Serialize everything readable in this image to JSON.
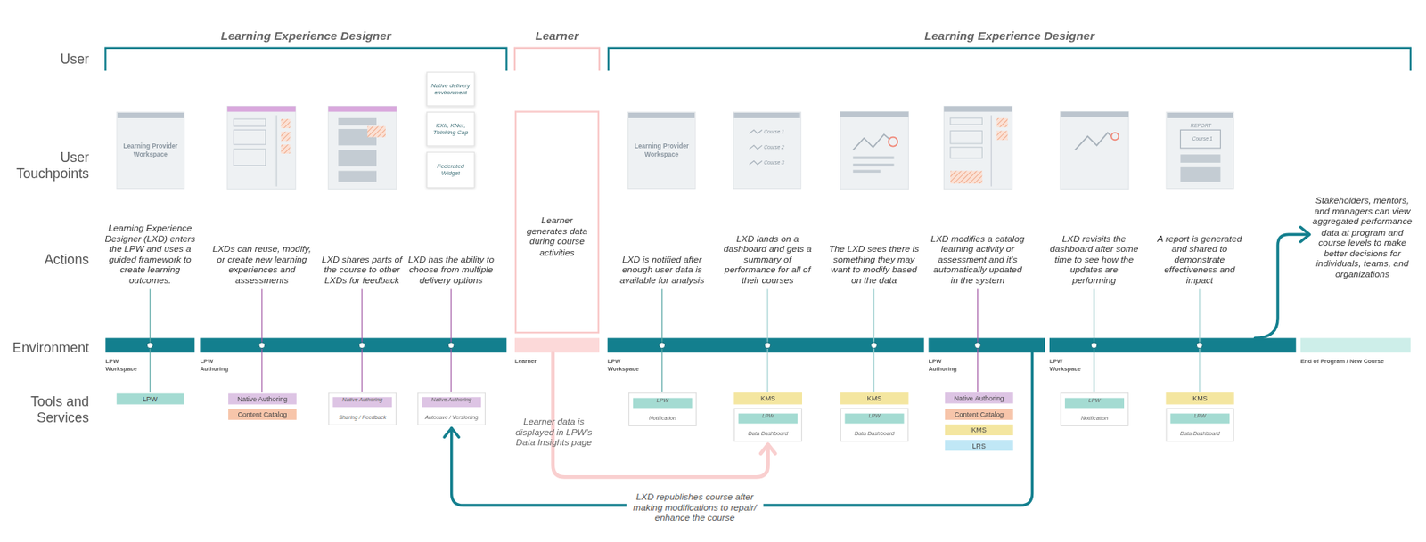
{
  "diagram": {
    "nodes": [
      {
        "text": [
          "Learning Provider Workspace"
        ]
      },
      {
        "text": [
          "Native delivery environment"
        ]
      },
      {
        "text": [
          "KXII, KNet, Thinking Cap"
        ]
      },
      {
        "text": [
          "Federated Widget"
        ]
      },
      {
        "text": [
          "Learner generates data during course activities"
        ]
      },
      {
        "text": [
          "Learning Provider Workspace"
        ]
      },
      {
        "text": [
          "Course 1",
          "Course 2",
          "Course 3"
        ]
      },
      {
        "text": [
          "REPORT",
          "Course 1"
        ]
      },
      {
        "text": [
          "LPW Workspace"
        ]
      },
      {
        "text": [
          "LPW Authoring"
        ]
      },
      {
        "text": [
          "Learner"
        ]
      },
      {
        "text": [
          "LPW Workspace"
        ]
      },
      {
        "text": [
          "LPW Authoring"
        ]
      },
      {
        "text": [
          "LPW Workspace"
        ]
      },
      {
        "text": [
          "End of Program / New Course"
        ]
      },
      {
        "text": [
          "LPW"
        ]
      },
      {
        "text": [
          "Native Authoring"
        ]
      },
      {
        "text": [
          "Content Catalog"
        ]
      },
      {
        "text": [
          "Sharing / Feedback"
        ]
      },
      {
        "text": [
          "Native Authoring"
        ],
        "in": 18
      },
      {
        "text": [
          "Autosave / Versioning"
        ]
      },
      {
        "text": [
          "Native Authoring"
        ],
        "in": 20
      },
      {
        "text": [
          "Notification"
        ]
      },
      {
        "text": [
          "LPW"
        ],
        "in": 22
      },
      {
        "text": [
          "KMS"
        ]
      },
      {
        "text": [
          "Data Dashboard"
        ]
      },
      {
        "text": [
          "LPW"
        ],
        "in": 25
      },
      {
        "text": [
          "KMS"
        ]
      },
      {
        "text": [
          "Data Dashboard"
        ]
      },
      {
        "text": [
          "LPW"
        ],
        "in": 28
      },
      {
        "text": [
          "Native Authoring"
        ]
      },
      {
        "text": [
          "Content Catalog"
        ]
      },
      {
        "text": [
          "KMS"
        ]
      },
      {
        "text": [
          "LRS"
        ]
      },
      {
        "text": [
          "Notification"
        ]
      },
      {
        "text": [
          "LPW"
        ],
        "in": 34
      },
      {
        "text": [
          "KMS"
        ]
      },
      {
        "text": [
          "Data Dashboard"
        ]
      },
      {
        "text": [
          "LPW"
        ],
        "in": 37
      }
    ],
    "edges": [
      {
        "from": 10,
        "to": 25,
        "arrow": "to"
      },
      {
        "from": 12,
        "to": 20,
        "arrow": "to",
        "label": "LXD republishes course after making modifications to repair/ enhance the course"
      }
    ],
    "labels": [
      "User",
      "User Touchpoints",
      "Actions",
      "Environment",
      "Tools and Services",
      "Learning Experience Designer",
      "Learner",
      "Learning Experience Designer",
      "Learning Experience Designer (LXD) enters the LPW and uses a guided framework to create learning outcomes.",
      "LXDs can reuse, modify, or create new learning experiences and assessments",
      "LXD shares parts of the course to other LXDs for feedback",
      "LXD has the ability to choose from multiple delivery options",
      "LXD is notified after enough user data is available for analysis",
      "LXD lands on a dashboard and gets a summary of performance for all of their courses",
      "The LXD sees there is something they may want to modify based on the data",
      "LXD modifies a catalog learning activity or assessment and it's automatically updated in the system",
      "LXD revisits the dashboard after some time to see how the updates are performing",
      "A report is generated and shared to demonstrate effectiveness and impact",
      "Stakeholders, mentors, and managers can view aggregated performance data at program and course levels to make better decisions for individuals, teams, and organizations",
      "Learner data is displayed in LPW's Data Insights page"
    ]
  }
}
